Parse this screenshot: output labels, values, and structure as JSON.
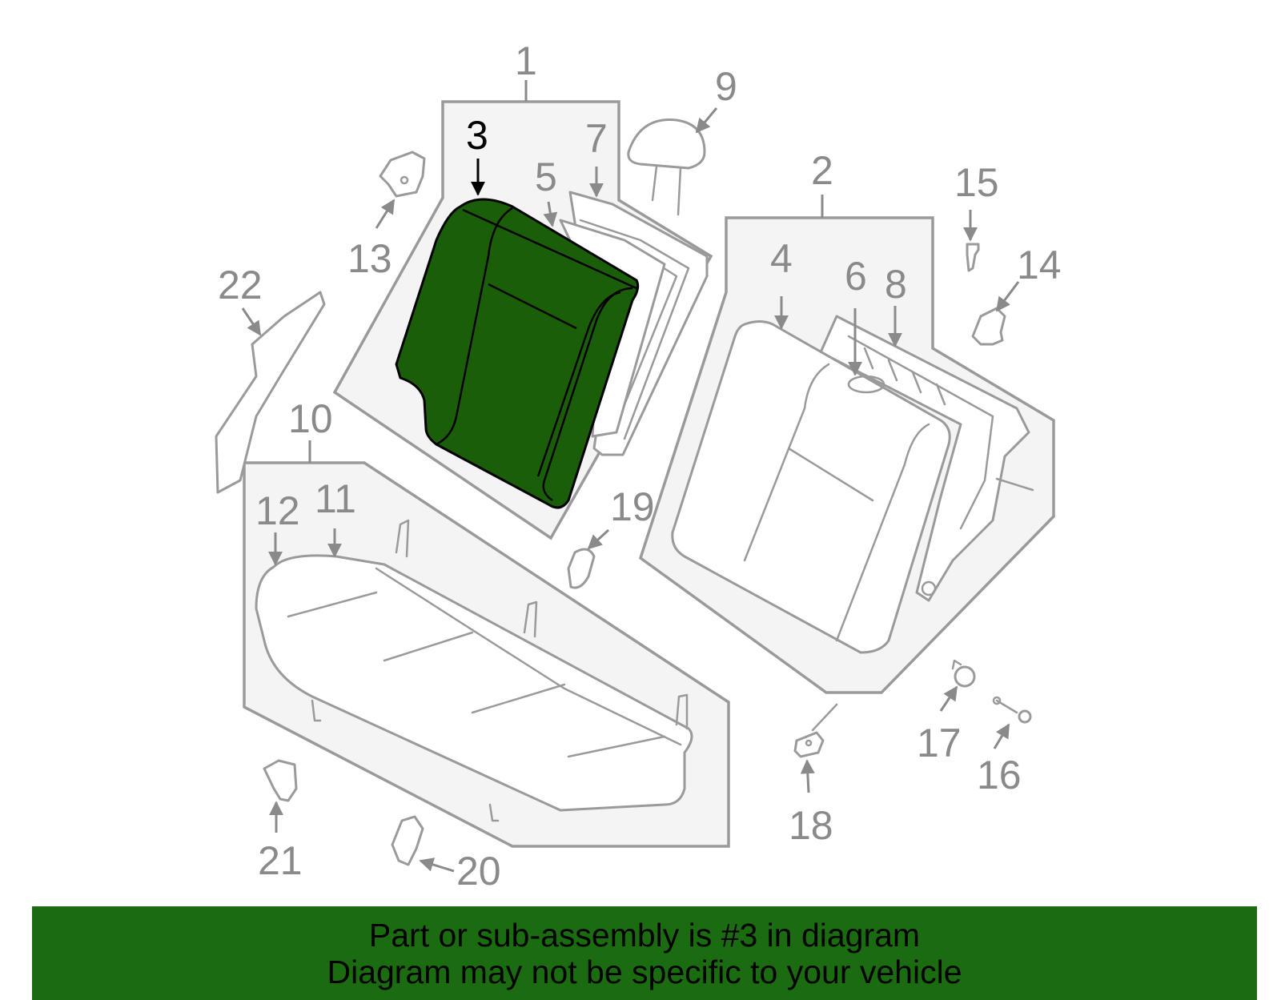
{
  "diagram": {
    "highlight_color": "#1b5e0a",
    "highlighted_callout": "3",
    "callouts": {
      "c1": "1",
      "c2": "2",
      "c3": "3",
      "c4": "4",
      "c5": "5",
      "c6": "6",
      "c7": "7",
      "c8": "8",
      "c9": "9",
      "c10": "10",
      "c11": "11",
      "c12": "12",
      "c13": "13",
      "c14": "14",
      "c15": "15",
      "c16": "16",
      "c17": "17",
      "c18": "18",
      "c19": "19",
      "c20": "20",
      "c21": "21",
      "c22": "22"
    }
  },
  "banner": {
    "background": "#1b6b10",
    "line1": "Part or sub-assembly is #3 in diagram",
    "line2": "Diagram may not be specific to your vehicle"
  }
}
